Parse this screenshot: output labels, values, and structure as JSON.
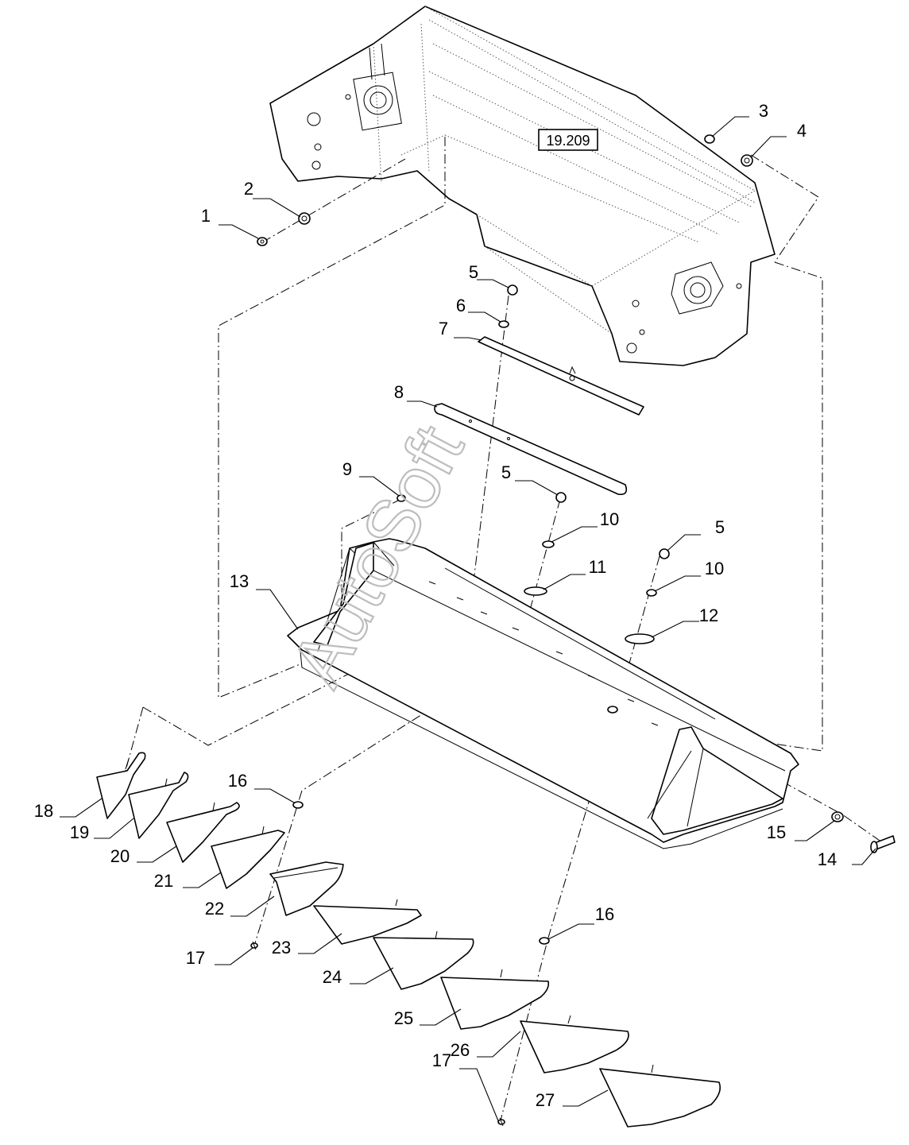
{
  "reference_label": "19.209",
  "watermark": "AutoSoft",
  "callouts": {
    "c1": "1",
    "c2": "2",
    "c3": "3",
    "c4": "4",
    "c5a": "5",
    "c6": "6",
    "c7": "7",
    "c8": "8",
    "c9": "9",
    "c5b": "5",
    "c10a": "10",
    "c11": "11",
    "c5c": "5",
    "c10b": "10",
    "c12": "12",
    "c13": "13",
    "c14": "14",
    "c15": "15",
    "c16a": "16",
    "c16b": "16",
    "c17a": "17",
    "c17b": "17",
    "c18": "18",
    "c19": "19",
    "c20": "20",
    "c21": "21",
    "c22": "22",
    "c23": "23",
    "c24": "24",
    "c25": "25",
    "c26": "26",
    "c27": "27"
  }
}
